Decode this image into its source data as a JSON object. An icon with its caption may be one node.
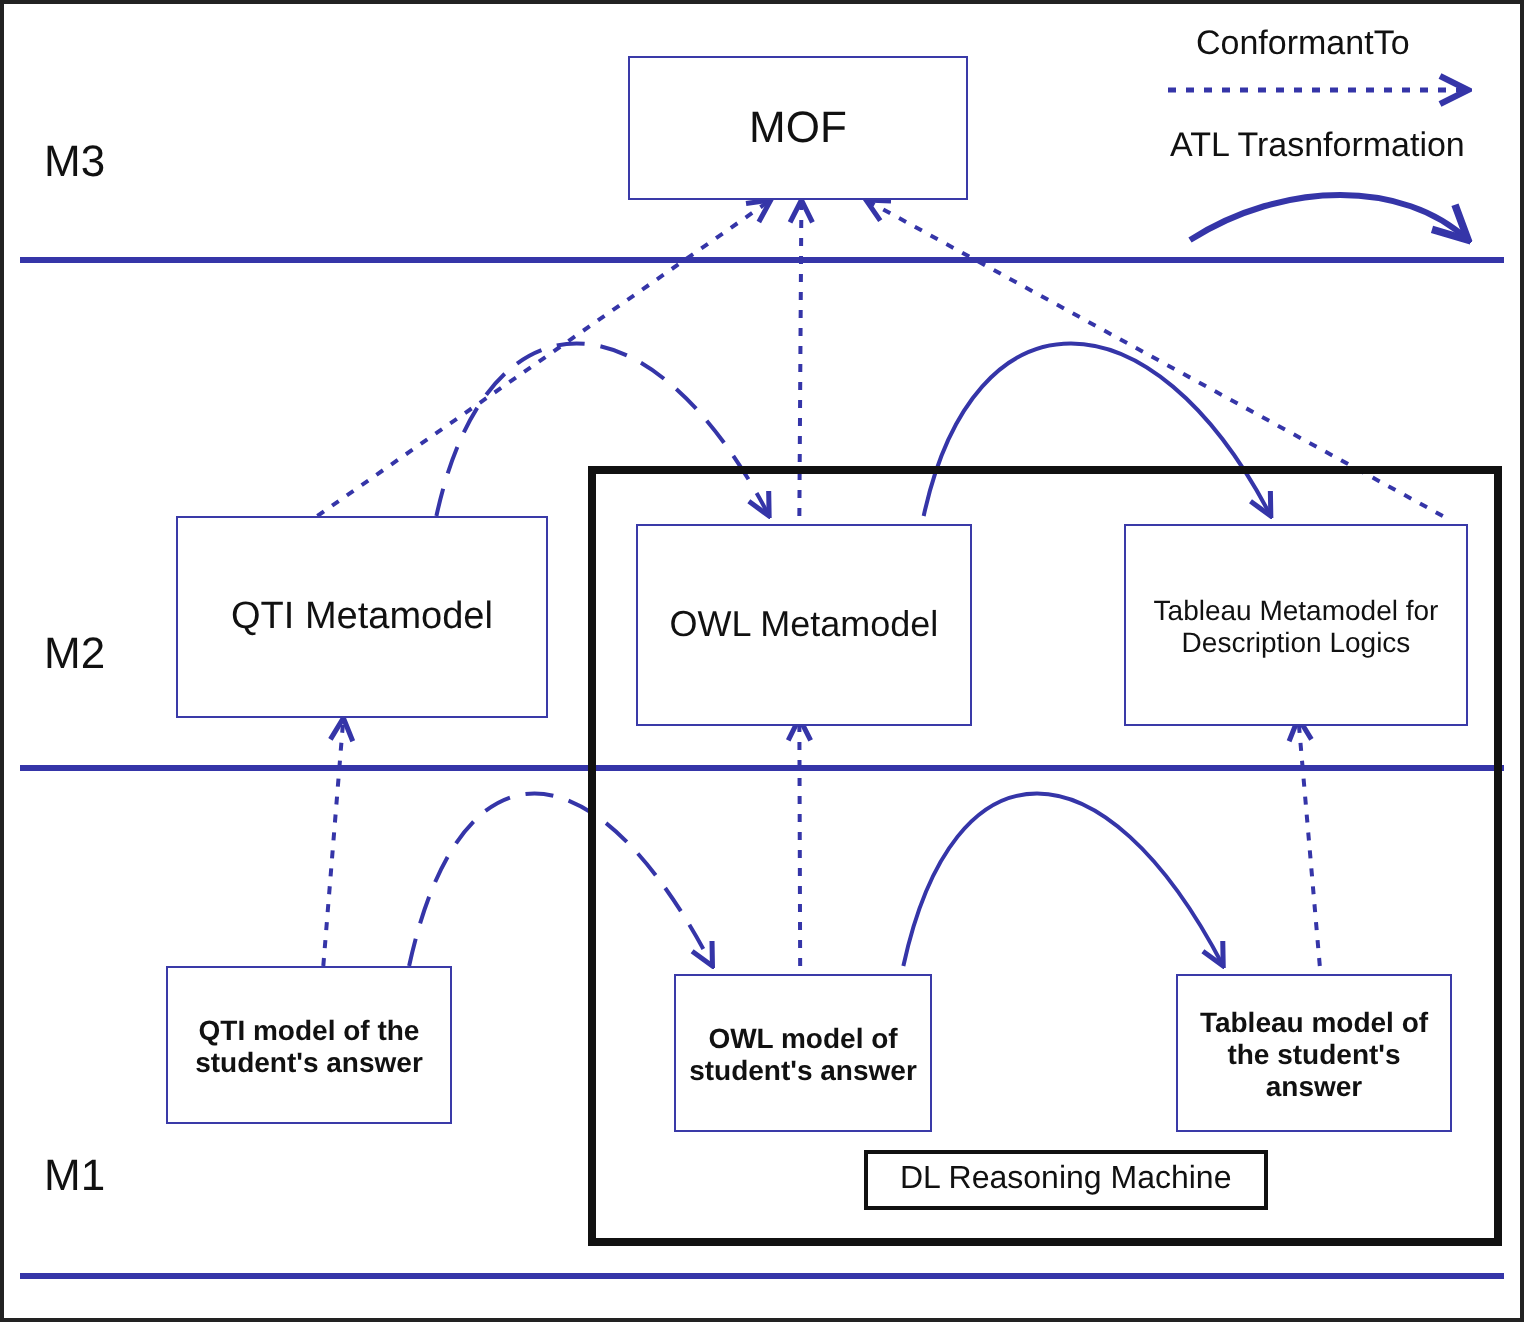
{
  "diagram": {
    "nodes": [
      {
        "text": [
          "MOF"
        ]
      },
      {
        "text": [
          "QTI Metamodel"
        ]
      },
      {
        "text": [
          "DL Reasoning Machine"
        ]
      },
      {
        "text": [
          "OWL Metamodel"
        ],
        "in": 2
      },
      {
        "text": [
          "Tableau Metamodel for Description Logics"
        ],
        "in": 2
      },
      {
        "text": [
          "QTI model of the student's answer"
        ]
      },
      {
        "text": [
          "OWL model of student's answer"
        ],
        "in": 2
      },
      {
        "text": [
          "Tableau model of the student's answer"
        ],
        "in": 2
      }
    ],
    "edges": [
      {
        "from": 1,
        "to": 0,
        "arrow": "to",
        "style": "dashed"
      },
      {
        "from": 3,
        "to": 0,
        "arrow": "to",
        "style": "dashed"
      },
      {
        "from": 4,
        "to": 0,
        "arrow": "to",
        "style": "dashed"
      },
      {
        "from": 1,
        "to": 3,
        "arrow": "to",
        "style": "dashed"
      },
      {
        "from": 3,
        "to": 4,
        "arrow": "to"
      },
      {
        "from": 5,
        "to": 1,
        "arrow": "to",
        "style": "dashed"
      },
      {
        "from": 6,
        "to": 3,
        "arrow": "to",
        "style": "dashed"
      },
      {
        "from": 7,
        "to": 4,
        "arrow": "to",
        "style": "dashed"
      },
      {
        "from": 5,
        "to": 6,
        "arrow": "to",
        "style": "dashed"
      },
      {
        "from": 6,
        "to": 7,
        "arrow": "to"
      }
    ],
    "labels": [
      "M3",
      "M2",
      "M1"
    ],
    "legend": [
      {
        "text": "ConformantTo"
      },
      {
        "text": "ATL Trasnformation"
      }
    ]
  }
}
